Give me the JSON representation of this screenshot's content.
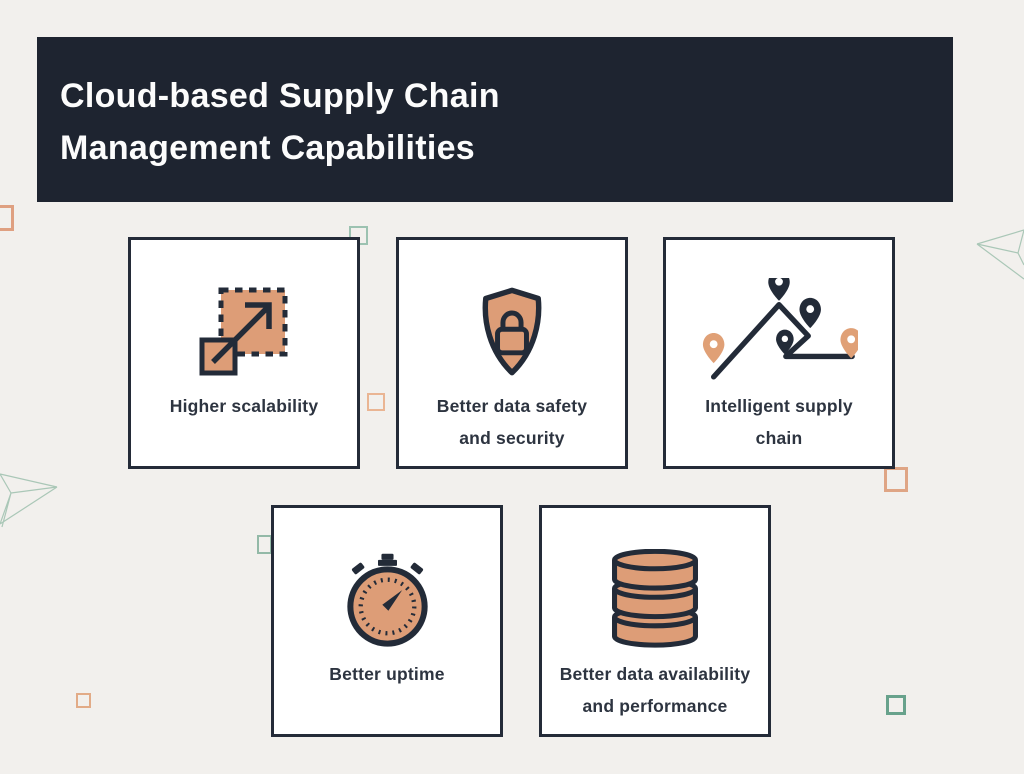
{
  "header": {
    "title_line1": "Cloud-based Supply Chain",
    "title_line2": "Management Capabilities"
  },
  "cards": [
    {
      "icon": "expand-scale-icon",
      "line1": "Higher scalability",
      "line2": ""
    },
    {
      "icon": "shield-lock-icon",
      "line1": "Better data safety",
      "line2": "and security"
    },
    {
      "icon": "route-pins-icon",
      "line1": "Intelligent supply",
      "line2": "chain"
    },
    {
      "icon": "stopwatch-icon",
      "line1": "Better uptime",
      "line2": ""
    },
    {
      "icon": "database-icon",
      "line1": "Better data availability",
      "line2": "and performance"
    }
  ],
  "palette": {
    "background": "#f2f0ed",
    "header_background": "#1e2430",
    "card_border": "#242b38",
    "icon_dark": "#232b38",
    "icon_salmon": "#dd9d77",
    "text_dark": "#2d3440",
    "title_text": "#fcfcfc",
    "deco_salmon": "#e0a585",
    "deco_teal": "#9cc2b1",
    "deco_green": "#68a28c"
  }
}
